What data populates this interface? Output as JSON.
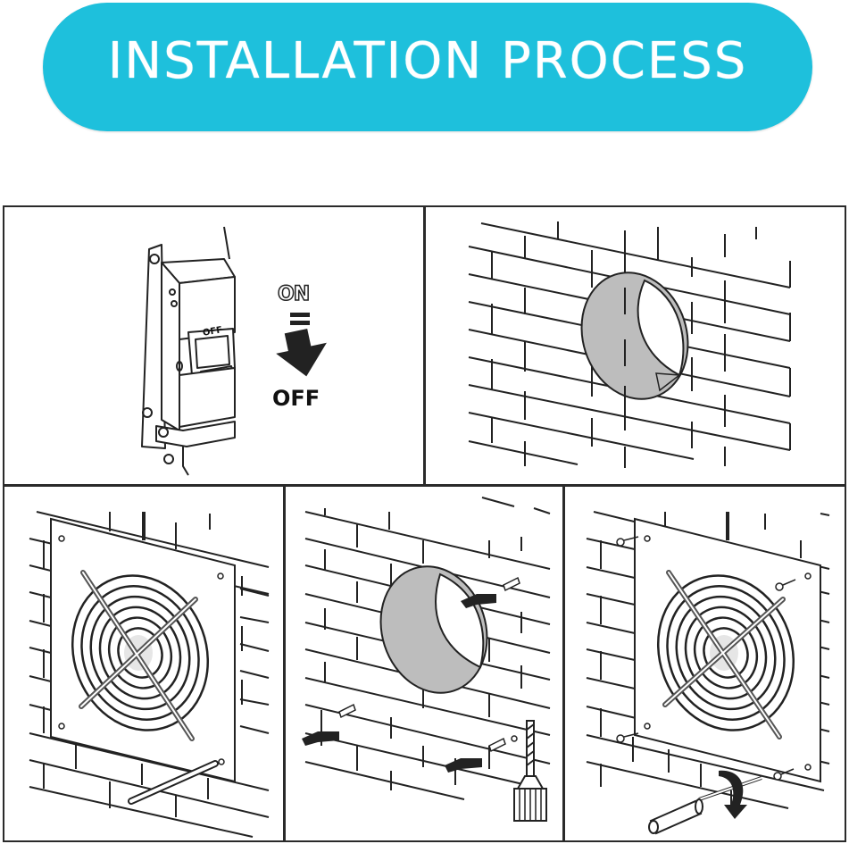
{
  "banner": {
    "title": "INSTALLATION PROCESS",
    "background_color": "#1ec0dc",
    "text_color": "#ffffff"
  },
  "steps": [
    {
      "index": 1,
      "description": "Turn circuit breaker from ON to OFF",
      "icons": [
        "circuit-breaker-icon",
        "down-arrow-icon"
      ],
      "labels": {
        "breaker_switch": "OFF",
        "state_from": "ON",
        "state_to": "OFF"
      }
    },
    {
      "index": 2,
      "description": "Brick wall with circular opening",
      "icons": [
        "brick-wall-icon",
        "wall-hole-icon"
      ]
    },
    {
      "index": 3,
      "description": "Hold fan against wall and mark mounting holes with pencil",
      "icons": [
        "brick-wall-icon",
        "exhaust-fan-icon",
        "pencil-icon"
      ]
    },
    {
      "index": 4,
      "description": "Drill holes and insert wall anchors around opening",
      "icons": [
        "brick-wall-icon",
        "wall-hole-icon",
        "wall-anchor-icon",
        "drill-bit-icon",
        "arrow-icon"
      ]
    },
    {
      "index": 5,
      "description": "Secure fan to wall with screws using screwdriver",
      "icons": [
        "brick-wall-icon",
        "exhaust-fan-icon",
        "screw-icon",
        "screwdriver-icon",
        "rotate-arrow-icon"
      ]
    }
  ],
  "colors": {
    "line": "#222222",
    "hole_fill": "#bdbdbd",
    "panel_border": "#2a2a2a"
  }
}
